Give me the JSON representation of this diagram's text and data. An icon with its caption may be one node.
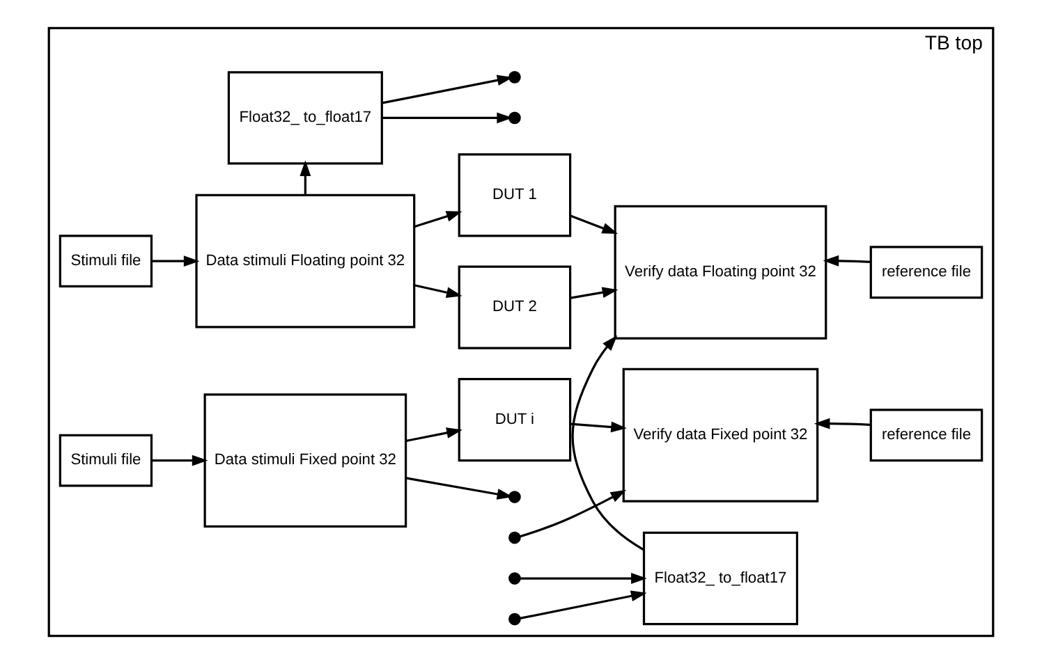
{
  "diagram": {
    "nodes": [
      {
        "text": [
          "TB top"
        ]
      },
      {
        "text": [
          "Stimuli file"
        ],
        "in": 0
      },
      {
        "text": [
          "Data stimuli Floating point 32"
        ],
        "in": 0
      },
      {
        "text": [
          "DUT 1"
        ],
        "in": 0
      },
      {
        "text": [
          "DUT 2"
        ],
        "in": 0
      },
      {
        "text": [
          "Verify data Floating point 32"
        ],
        "in": 0
      },
      {
        "text": [
          "reference file"
        ],
        "in": 0
      },
      {
        "text": [
          "Float32_ to_float17"
        ],
        "in": 0
      },
      {
        "text": [
          "Float32_ to_float17"
        ],
        "in": 0
      },
      {
        "text": [
          "Stimuli file"
        ],
        "in": 0
      },
      {
        "text": [
          "Data stimuli Fixed point 32"
        ],
        "in": 0
      },
      {
        "text": [
          "DUT i"
        ],
        "in": 0
      },
      {
        "text": [
          "Verify data Fixed point 32"
        ],
        "in": 0
      },
      {
        "text": [
          "reference file"
        ],
        "in": 0
      }
    ],
    "edges": [
      {
        "from": 1,
        "to": 2,
        "arrow": "to"
      },
      {
        "from": 2,
        "to": 3,
        "arrow": "to"
      },
      {
        "from": 2,
        "to": 4,
        "arrow": "to"
      },
      {
        "from": 3,
        "to": 5,
        "arrow": "to"
      },
      {
        "from": 4,
        "to": 5,
        "arrow": "to"
      },
      {
        "from": 6,
        "to": 5,
        "arrow": "to"
      },
      {
        "from": 2,
        "to": 7,
        "arrow": "to"
      },
      {
        "from": 7,
        "to": null,
        "arrow": "to"
      },
      {
        "from": 7,
        "to": null,
        "arrow": "to"
      },
      {
        "from": null,
        "to": 8,
        "arrow": "to"
      },
      {
        "from": null,
        "to": 8,
        "arrow": "to"
      },
      {
        "from": 8,
        "to": 5,
        "arrow": "to"
      },
      {
        "from": 9,
        "to": 10,
        "arrow": "to"
      },
      {
        "from": 10,
        "to": null,
        "arrow": "to"
      },
      {
        "from": 10,
        "to": 11,
        "arrow": "to"
      },
      {
        "from": 11,
        "to": 12,
        "arrow": "to"
      },
      {
        "from": null,
        "to": 12,
        "arrow": "to"
      },
      {
        "from": 13,
        "to": 12,
        "arrow": "to"
      }
    ]
  }
}
